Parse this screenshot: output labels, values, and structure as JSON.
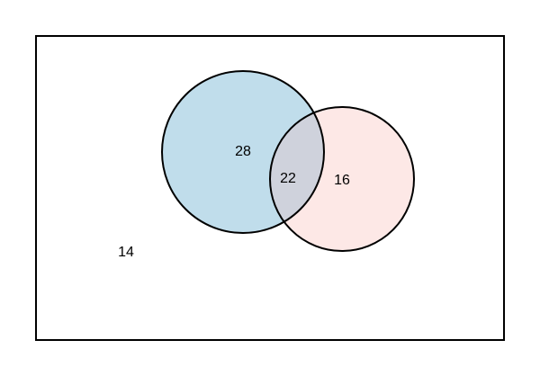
{
  "venn": {
    "outside_count": "14",
    "set_a_only_count": "28",
    "intersection_count": "22",
    "set_b_only_count": "16"
  },
  "colors": {
    "set_a_fill": "#c0ddeb",
    "set_b_fill": "#fde8e6",
    "intersection_fill": "#cfd2dc",
    "stroke": "#000000",
    "background": "#ffffff"
  }
}
